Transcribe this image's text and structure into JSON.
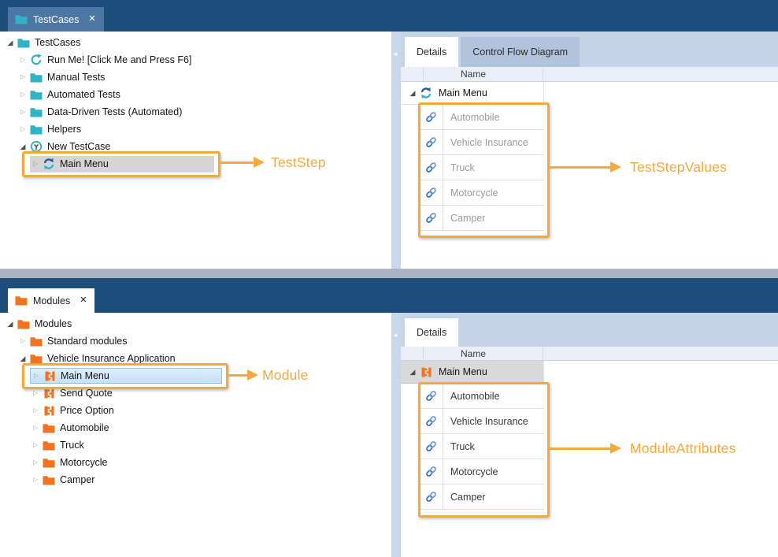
{
  "colors": {
    "titlebar_navy": "#1d4d7a",
    "active_doc_tab_blue": "#4d77a3",
    "teal": "#2fb4c7",
    "orange": "#f2731f",
    "annotation_orange": "#f7a83a",
    "selection_gray": "#d5d5d5",
    "selection_blue_border": "#8fc3ec",
    "link_blue": "#2e6db8"
  },
  "icons": {
    "close_glyph": "✕",
    "expander_collapsed_glyph": "▷",
    "expander_expanded_glyph": "◢",
    "splitter_collapse_glyph": "◄"
  },
  "top_panel": {
    "doc_tab": {
      "label": "TestCases"
    },
    "tree": {
      "items": [
        {
          "label": "TestCases",
          "icon": "folder-teal-icon",
          "expander": "expanded",
          "level": 0
        },
        {
          "label": "Run Me! [Click Me and Press F6]",
          "icon": "run-icon",
          "expander": "collapsed",
          "level": 1
        },
        {
          "label": "Manual Tests",
          "icon": "folder-teal-icon",
          "expander": "collapsed",
          "level": 1
        },
        {
          "label": "Automated Tests",
          "icon": "folder-teal-icon",
          "expander": "collapsed",
          "level": 1
        },
        {
          "label": "Data-Driven Tests (Automated)",
          "icon": "folder-teal-icon",
          "expander": "collapsed",
          "level": 1
        },
        {
          "label": "Helpers",
          "icon": "folder-teal-icon",
          "expander": "collapsed",
          "level": 1
        },
        {
          "label": "New TestCase",
          "icon": "testcase-icon",
          "expander": "expanded",
          "level": 1
        },
        {
          "label": "Main Menu",
          "icon": "sync-icon",
          "expander": "collapsed",
          "level": 2,
          "selected": "gray"
        }
      ]
    },
    "details": {
      "tabs": [
        {
          "label": "Details",
          "active": true
        },
        {
          "label": "Control Flow Diagram",
          "active": false
        }
      ],
      "column_header": "Name",
      "root_row": {
        "label": "Main Menu",
        "icon": "sync-icon",
        "selected": false
      },
      "child_rows": [
        {
          "label": "Automobile"
        },
        {
          "label": "Vehicle Insurance"
        },
        {
          "label": "Truck"
        },
        {
          "label": "Motorcycle"
        },
        {
          "label": "Camper"
        }
      ],
      "child_text_muted": true
    },
    "annotations": {
      "tree_label": "TestStep",
      "grid_label": "TestStepValues"
    }
  },
  "bottom_panel": {
    "doc_tab": {
      "label": "Modules"
    },
    "tree": {
      "items": [
        {
          "label": "Modules",
          "icon": "folder-orange-icon",
          "expander": "expanded",
          "level": 0
        },
        {
          "label": "Standard modules",
          "icon": "folder-orange-icon",
          "expander": "collapsed",
          "level": 1
        },
        {
          "label": "Vehicle Insurance Application",
          "icon": "folder-orange-icon",
          "expander": "expanded",
          "level": 1
        },
        {
          "label": "Main Menu",
          "icon": "module-icon",
          "expander": "collapsed",
          "level": 2,
          "selected": "blue"
        },
        {
          "label": "Send Quote",
          "icon": "module-icon",
          "expander": "collapsed",
          "level": 2
        },
        {
          "label": "Price Option",
          "icon": "module-icon",
          "expander": "collapsed",
          "level": 2
        },
        {
          "label": "Automobile",
          "icon": "folder-orange-icon",
          "expander": "collapsed",
          "level": 2
        },
        {
          "label": "Truck",
          "icon": "folder-orange-icon",
          "expander": "collapsed",
          "level": 2
        },
        {
          "label": "Motorcycle",
          "icon": "folder-orange-icon",
          "expander": "collapsed",
          "level": 2
        },
        {
          "label": "Camper",
          "icon": "folder-orange-icon",
          "expander": "collapsed",
          "level": 2
        }
      ]
    },
    "details": {
      "tabs": [
        {
          "label": "Details",
          "active": true
        }
      ],
      "column_header": "Name",
      "root_row": {
        "label": "Main Menu",
        "icon": "module-icon",
        "selected": true
      },
      "child_rows": [
        {
          "label": "Automobile"
        },
        {
          "label": "Vehicle Insurance"
        },
        {
          "label": "Truck"
        },
        {
          "label": "Motorcycle"
        },
        {
          "label": "Camper"
        }
      ],
      "child_text_muted": false
    },
    "annotations": {
      "tree_label": "Module",
      "grid_label": "ModuleAttributes"
    }
  }
}
